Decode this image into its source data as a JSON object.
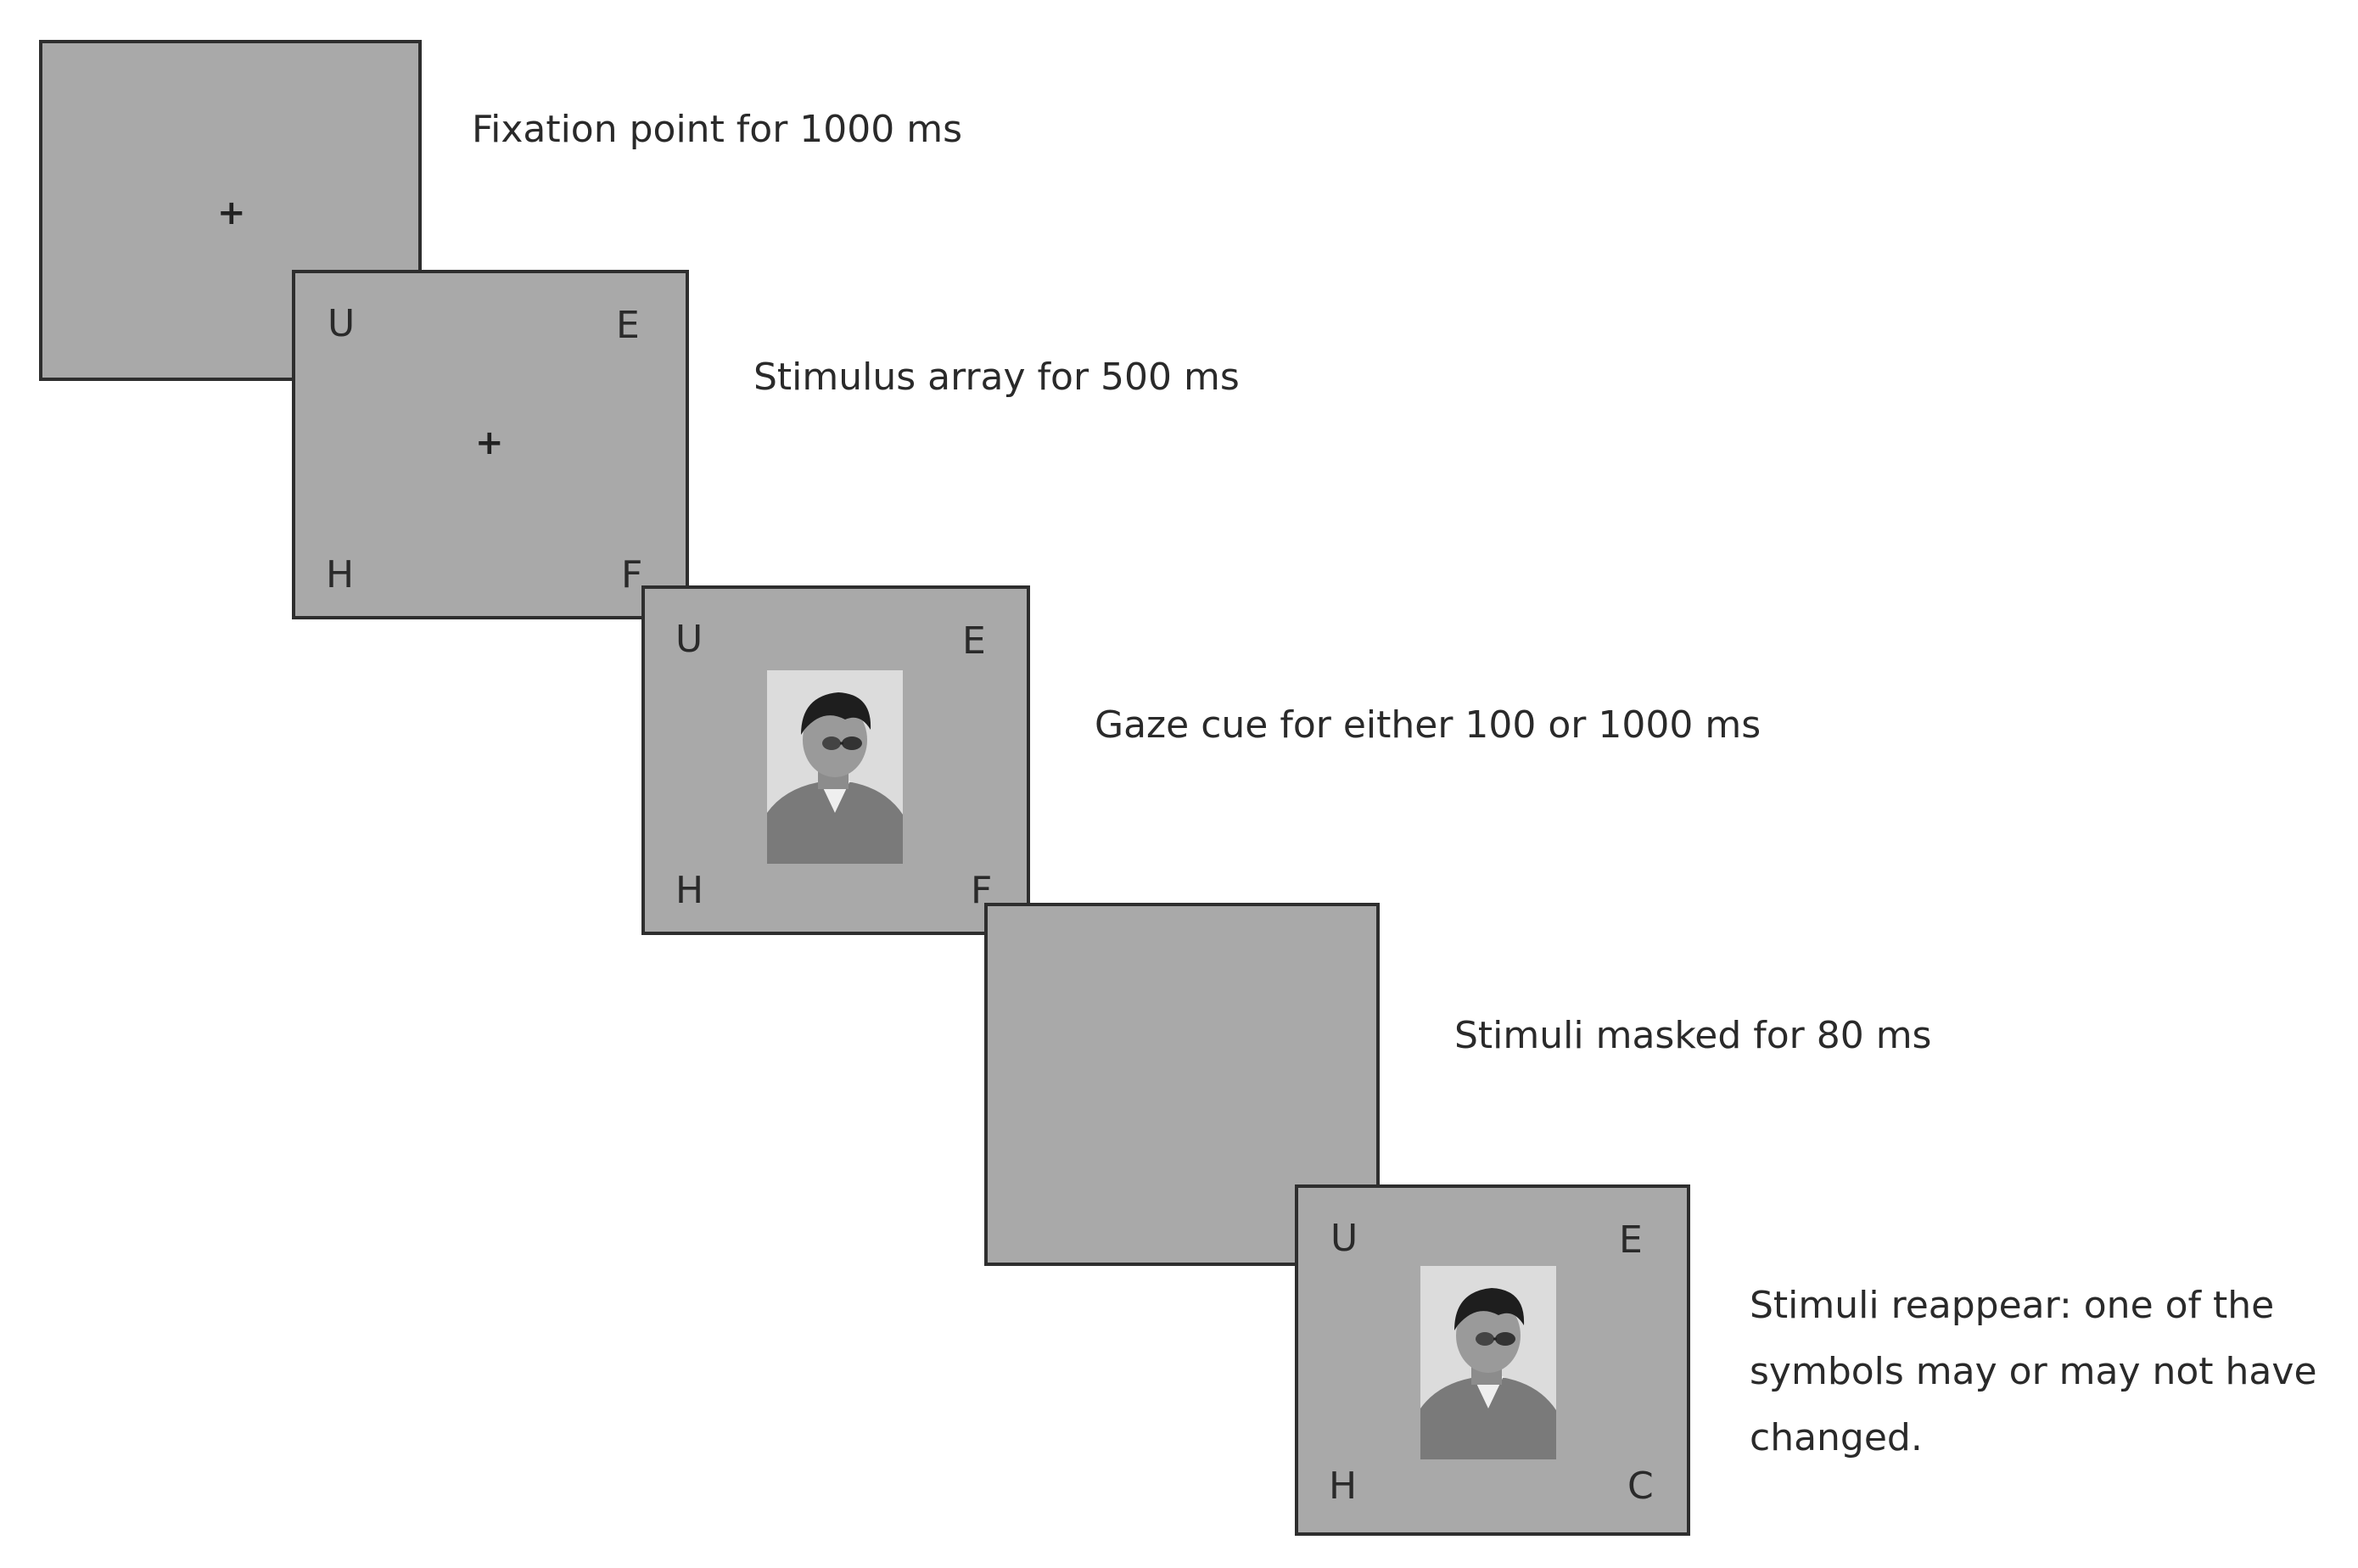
{
  "steps": [
    {
      "caption": "Fixation point for 1000 ms",
      "fixation": "+",
      "letters": []
    },
    {
      "caption": "Stimulus array for 500 ms",
      "fixation": "+",
      "letters": {
        "top_left": "U",
        "top_right": "E",
        "bottom_left": "H",
        "bottom_right": "F"
      }
    },
    {
      "caption": "Gaze cue for either 100 or 1000 ms",
      "image": "face-photo-gaze-cue",
      "letters": {
        "top_left": "U",
        "top_right": "E",
        "bottom_left": "H",
        "bottom_right": "F"
      }
    },
    {
      "caption": "Stimuli masked for 80 ms",
      "letters": []
    },
    {
      "caption": "Stimuli reappear: one of the symbols may or may not have changed.",
      "image": "face-photo-gaze-cue",
      "letters": {
        "top_left": "U",
        "top_right": "E",
        "bottom_left": "H",
        "bottom_right": "C"
      }
    }
  ],
  "colors": {
    "screen_fill": "#a9a9a9",
    "screen_border": "#2e2e2e",
    "text": "#2a2a2a"
  }
}
